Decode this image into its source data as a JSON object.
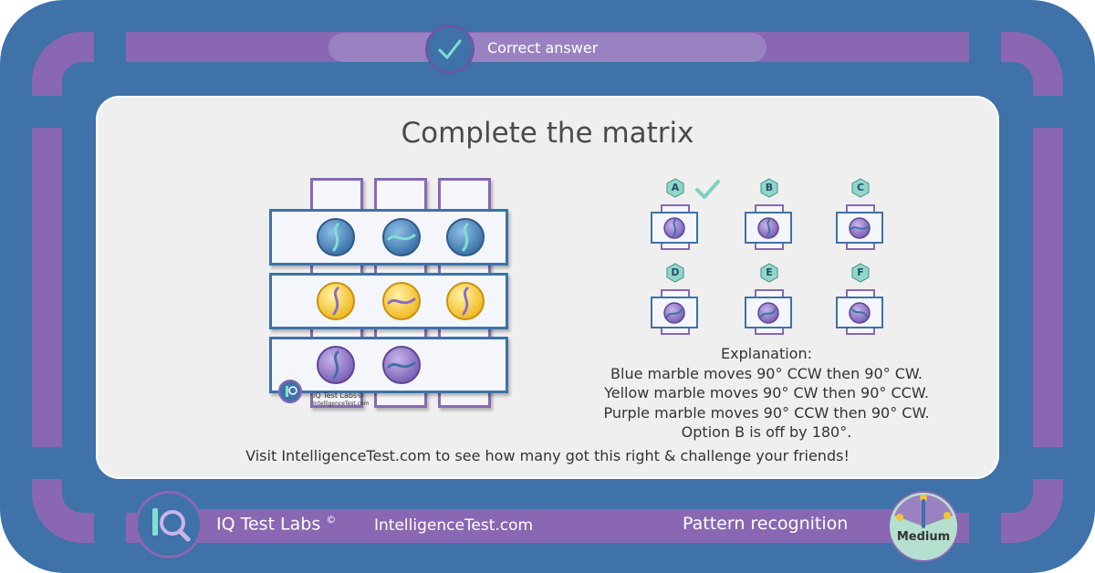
{
  "header": {
    "status_label": "Correct answer",
    "status_icon": "checkmark-icon"
  },
  "puzzle": {
    "title": "Complete the matrix",
    "watermark_brand": "IQ Test Labs©",
    "watermark_site": "IntelligenceTest.com",
    "rows": [
      {
        "color": "blue",
        "marbles": [
          "swirl-vertical",
          "swirl-horizontal",
          "swirl-vertical"
        ]
      },
      {
        "color": "yellow",
        "marbles": [
          "swirl-vertical",
          "swirl-horizontal",
          "swirl-vertical"
        ]
      },
      {
        "color": "purple",
        "marbles": [
          "swirl-vertical",
          "swirl-horizontal",
          "missing"
        ]
      }
    ]
  },
  "options": [
    {
      "label": "A",
      "correct": true
    },
    {
      "label": "B",
      "correct": false
    },
    {
      "label": "C",
      "correct": false
    },
    {
      "label": "D",
      "correct": false
    },
    {
      "label": "E",
      "correct": false
    },
    {
      "label": "F",
      "correct": false
    }
  ],
  "explanation": {
    "heading": "Explanation:",
    "lines": [
      "Blue marble moves 90° CCW then 90° CW.",
      "Yellow marble moves 90° CW then 90° CCW.",
      "Purple marble moves 90° CCW then 90° CW.",
      "Option B is off by 180°."
    ]
  },
  "visit_text": "Visit IntelligenceTest.com to see how many got this right & challenge your friends!",
  "footer": {
    "brand": "IQ Test Labs",
    "copyright": "©",
    "site": "IntelligenceTest.com",
    "category": "Pattern recognition",
    "difficulty": "Medium"
  },
  "colors": {
    "frame_blue": "#3e72a8",
    "frame_purple": "#8a67b3",
    "marble_blue": "#4a86b8",
    "marble_yellow": "#f5c430",
    "marble_purple": "#8a6fc0",
    "check_teal": "#6fd3c0"
  }
}
